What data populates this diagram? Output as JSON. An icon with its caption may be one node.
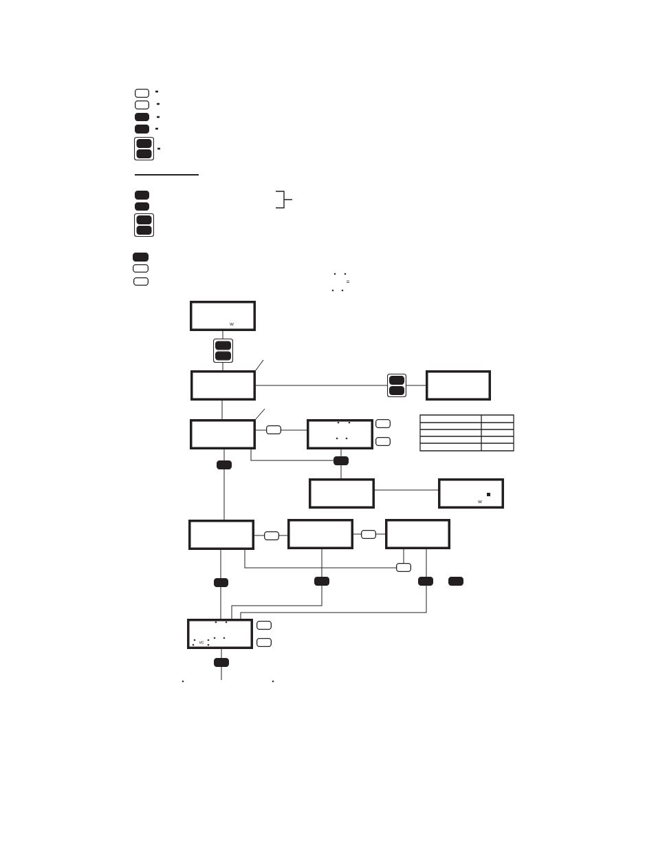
{
  "diagram": {
    "nodes": [
      {
        "text": [],
        "shape": "button"
      },
      {
        "text": [],
        "shape": "button"
      },
      {
        "text": [],
        "shape": "button"
      },
      {
        "text": [],
        "shape": "button"
      },
      {
        "text": [],
        "shape": "box"
      },
      {
        "text": [],
        "shape": "button",
        "in": 4
      },
      {
        "text": [],
        "shape": "button",
        "in": 4
      },
      {
        "text": [],
        "shape": "button"
      },
      {
        "text": [],
        "shape": "button"
      },
      {
        "text": [],
        "shape": "box"
      },
      {
        "text": [],
        "shape": "button",
        "in": 9
      },
      {
        "text": [],
        "shape": "button",
        "in": 9
      },
      {
        "text": [],
        "shape": "button"
      },
      {
        "text": [],
        "shape": "button"
      },
      {
        "text": [],
        "shape": "button"
      },
      {
        "text": [
          "w"
        ]
      },
      {
        "text": [],
        "shape": "box"
      },
      {
        "text": [],
        "shape": "button",
        "in": 16
      },
      {
        "text": [],
        "shape": "button",
        "in": 16
      },
      {
        "text": [],
        "shape": "box"
      },
      {
        "text": [],
        "shape": "box"
      },
      {
        "text": [],
        "shape": "button",
        "in": 20
      },
      {
        "text": [],
        "shape": "button",
        "in": 20
      },
      {
        "text": [],
        "shape": "box"
      },
      {
        "text": [],
        "shape": "box"
      },
      {
        "text": [],
        "shape": "button"
      },
      {
        "text": [],
        "shape": "box"
      },
      {
        "text": [],
        "shape": "button"
      },
      {
        "text": [],
        "shape": "button"
      },
      {
        "text": [],
        "shape": "button"
      },
      {
        "text": [],
        "shape": "button"
      },
      {
        "text": [],
        "shape": "box"
      },
      {
        "text": [
          "w"
        ]
      },
      {
        "text": [],
        "shape": "box"
      },
      {
        "text": [],
        "shape": "button"
      },
      {
        "text": [],
        "shape": "box"
      },
      {
        "text": [],
        "shape": "button"
      },
      {
        "text": [],
        "shape": "box"
      },
      {
        "text": [],
        "shape": "button"
      },
      {
        "text": [],
        "shape": "button"
      },
      {
        "text": [],
        "shape": "button"
      },
      {
        "text": [],
        "shape": "button"
      },
      {
        "text": [],
        "shape": "button"
      },
      {
        "text": [
          "vc"
        ]
      },
      {
        "text": [],
        "shape": "button"
      },
      {
        "text": [],
        "shape": "button"
      },
      {
        "text": [],
        "shape": "button"
      }
    ],
    "edges": [
      {
        "from": 15,
        "to": 16,
        "arrow": "none"
      },
      {
        "from": 16,
        "to": 19,
        "arrow": "none"
      },
      {
        "from": 19,
        "to": 20,
        "arrow": "none"
      },
      {
        "from": 20,
        "to": 23,
        "arrow": "none"
      },
      {
        "from": 19,
        "to": 24,
        "arrow": "none"
      },
      {
        "from": 24,
        "to": 25,
        "arrow": "none"
      },
      {
        "from": 25,
        "to": 26,
        "arrow": "none"
      },
      {
        "from": 24,
        "to": 29,
        "arrow": "none"
      },
      {
        "from": 29,
        "to": 33,
        "arrow": "none"
      },
      {
        "from": 24,
        "to": 30,
        "arrow": "none"
      },
      {
        "from": 26,
        "to": 30,
        "arrow": "none"
      },
      {
        "from": 30,
        "to": 31,
        "arrow": "none"
      },
      {
        "from": 31,
        "to": 32,
        "arrow": "none"
      },
      {
        "from": 33,
        "to": 34,
        "arrow": "none"
      },
      {
        "from": 34,
        "to": 35,
        "arrow": "none"
      },
      {
        "from": 35,
        "to": 36,
        "arrow": "none"
      },
      {
        "from": 36,
        "to": 37,
        "arrow": "none"
      },
      {
        "from": 33,
        "to": 38,
        "arrow": "none"
      },
      {
        "from": 37,
        "to": 38,
        "arrow": "none"
      },
      {
        "from": 33,
        "to": 39,
        "arrow": "none"
      },
      {
        "from": 39,
        "to": 43,
        "arrow": "none"
      },
      {
        "from": 35,
        "to": 40,
        "arrow": "none"
      },
      {
        "from": 40,
        "to": 43,
        "arrow": "none"
      },
      {
        "from": 37,
        "to": 41,
        "arrow": "none"
      },
      {
        "from": 41,
        "to": 43,
        "arrow": "none"
      },
      {
        "from": 43,
        "to": 46,
        "arrow": "none"
      },
      {
        "from": 46,
        "to": null,
        "arrow": "none"
      },
      {
        "from": null,
        "to": 19,
        "arrow": "none"
      },
      {
        "from": null,
        "to": 24,
        "arrow": "none"
      }
    ],
    "labels": [
      "="
    ]
  }
}
